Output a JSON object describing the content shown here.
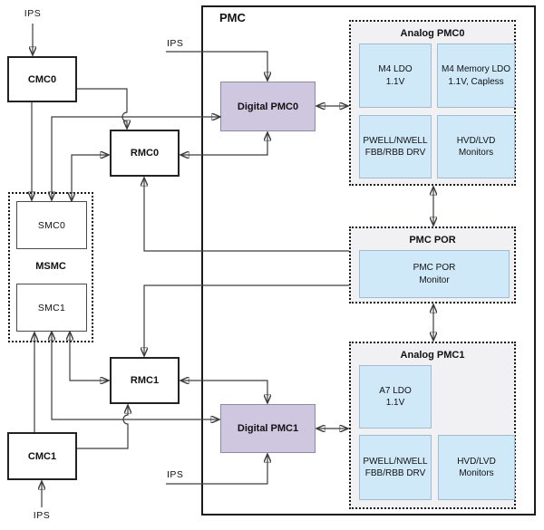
{
  "colors": {
    "purple-fill": "#cfc7e0",
    "purple-border": "#8f87a6",
    "blue-fill": "#cfe9f9",
    "blue-border": "#9fbdd1",
    "panel-fill": "#f1f1f3",
    "line": "#3d3d3d",
    "box-border": "#222222"
  },
  "ips": {
    "top_left": "IPS",
    "top_mid": "IPS",
    "bottom_left": "IPS",
    "bottom_mid": "IPS"
  },
  "left_blocks": {
    "cmc0": "CMC0",
    "rmc0": "RMC0",
    "msmc": "MSMC",
    "smc0": "SMC0",
    "smc1": "SMC1",
    "rmc1": "RMC1",
    "cmc1": "CMC1"
  },
  "pmc": {
    "title": "PMC",
    "digital_pmc0": "Digital PMC0",
    "digital_pmc1": "Digital PMC1",
    "analog_pmc0": {
      "title": "Analog PMC0",
      "m4_ldo": {
        "line1": "M4 LDO",
        "line2": "1.1V"
      },
      "m4_mem_ldo": {
        "line1": "M4 Memory LDO",
        "line2": "1.1V, Capless"
      },
      "pwell": {
        "line1": "PWELL/NWELL",
        "line2": "FBB/RBB DRV"
      },
      "hvd": {
        "line1": "HVD/LVD",
        "line2": "Monitors"
      }
    },
    "pmc_por": {
      "title": "PMC POR",
      "monitor": {
        "line1": "PMC POR",
        "line2": "Monitor"
      }
    },
    "analog_pmc1": {
      "title": "Analog PMC1",
      "a7_ldo": {
        "line1": "A7 LDO",
        "line2": "1.1V"
      },
      "pwell": {
        "line1": "PWELL/NWELL",
        "line2": "FBB/RBB DRV"
      },
      "hvd": {
        "line1": "HVD/LVD",
        "line2": "Monitors"
      }
    }
  }
}
